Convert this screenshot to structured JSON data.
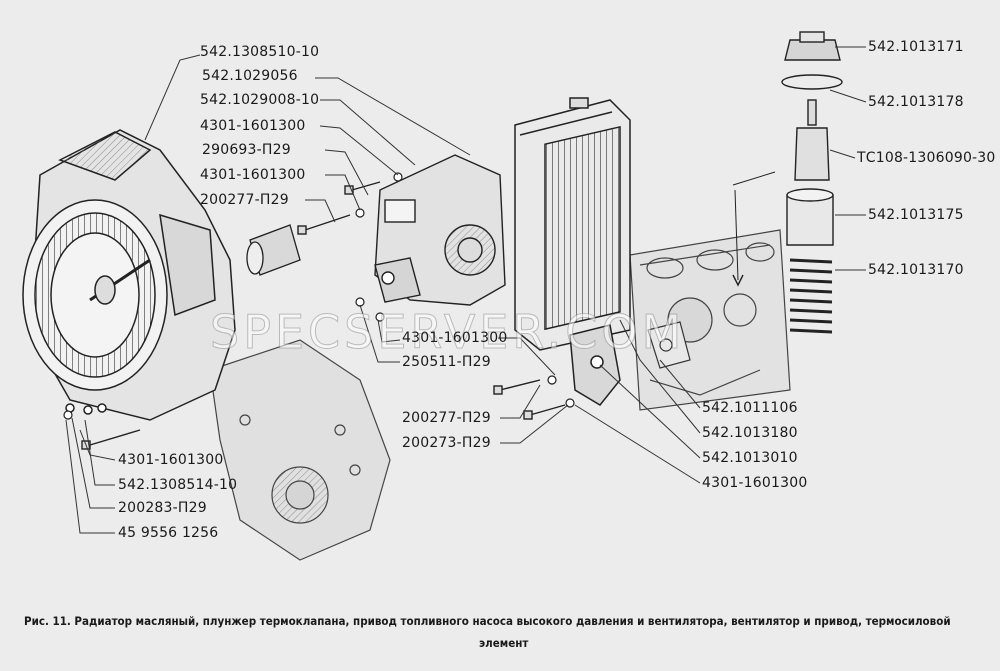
{
  "labels": {
    "l1": "542.1308510-10",
    "l2": "542.1029056",
    "l3": "542.1029008-10",
    "l4": "4301-1601300",
    "l5": "290693-П29",
    "l6": "4301-1601300",
    "l7": "200277-П29",
    "l8": "4301-1601300",
    "l9": "250511-П29",
    "l10": "200277-П29",
    "l11": "200273-П29",
    "l12": "4301-1601300",
    "l13": "542.1308514-10",
    "l14": "200283-П29",
    "l15": "45 9556 1256",
    "r1": "542.1013171",
    "r2": "542.1013178",
    "r3": "ТС108-1306090-30",
    "r4": "542.1013175",
    "r5": "542.1013170",
    "r6": "542.1011106",
    "r7": "542.1013180",
    "r8": "542.1013010",
    "r9": "4301-1601300"
  },
  "watermark": "SPECSERVER.COM",
  "caption": {
    "line1": "Рис. 11.  Радиатор масляный, плунжер термоклапана, привод топливного насоса высокого давления и вентилятора, вентилятор и привод, термосиловой",
    "line2": "элемент"
  }
}
